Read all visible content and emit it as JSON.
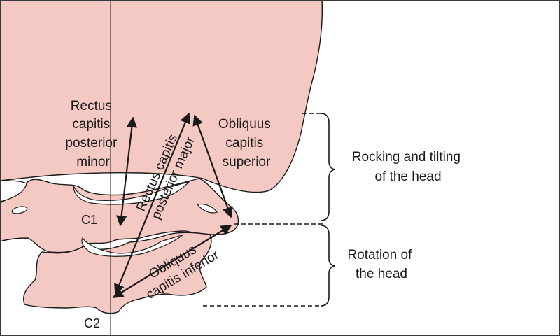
{
  "labels": {
    "rectus_minor": [
      "Rectus",
      "capitis",
      "posterior",
      "minor"
    ],
    "obliquus_superior": [
      "Obliquus",
      "capitis",
      "superior"
    ],
    "rectus_major": [
      "Rectus capitis",
      "posterior major"
    ],
    "obliquus_inferior": [
      "Obliquus",
      "capitis inferior"
    ],
    "c1": "C1",
    "c2": "C2",
    "rocking": [
      "Rocking and tilting",
      "of the head"
    ],
    "rotation": [
      "Rotation of",
      "the head"
    ]
  },
  "colors": {
    "bone": "#f5c9c3",
    "outline": "#1a1a1a",
    "frame": "#3a3a3a"
  }
}
